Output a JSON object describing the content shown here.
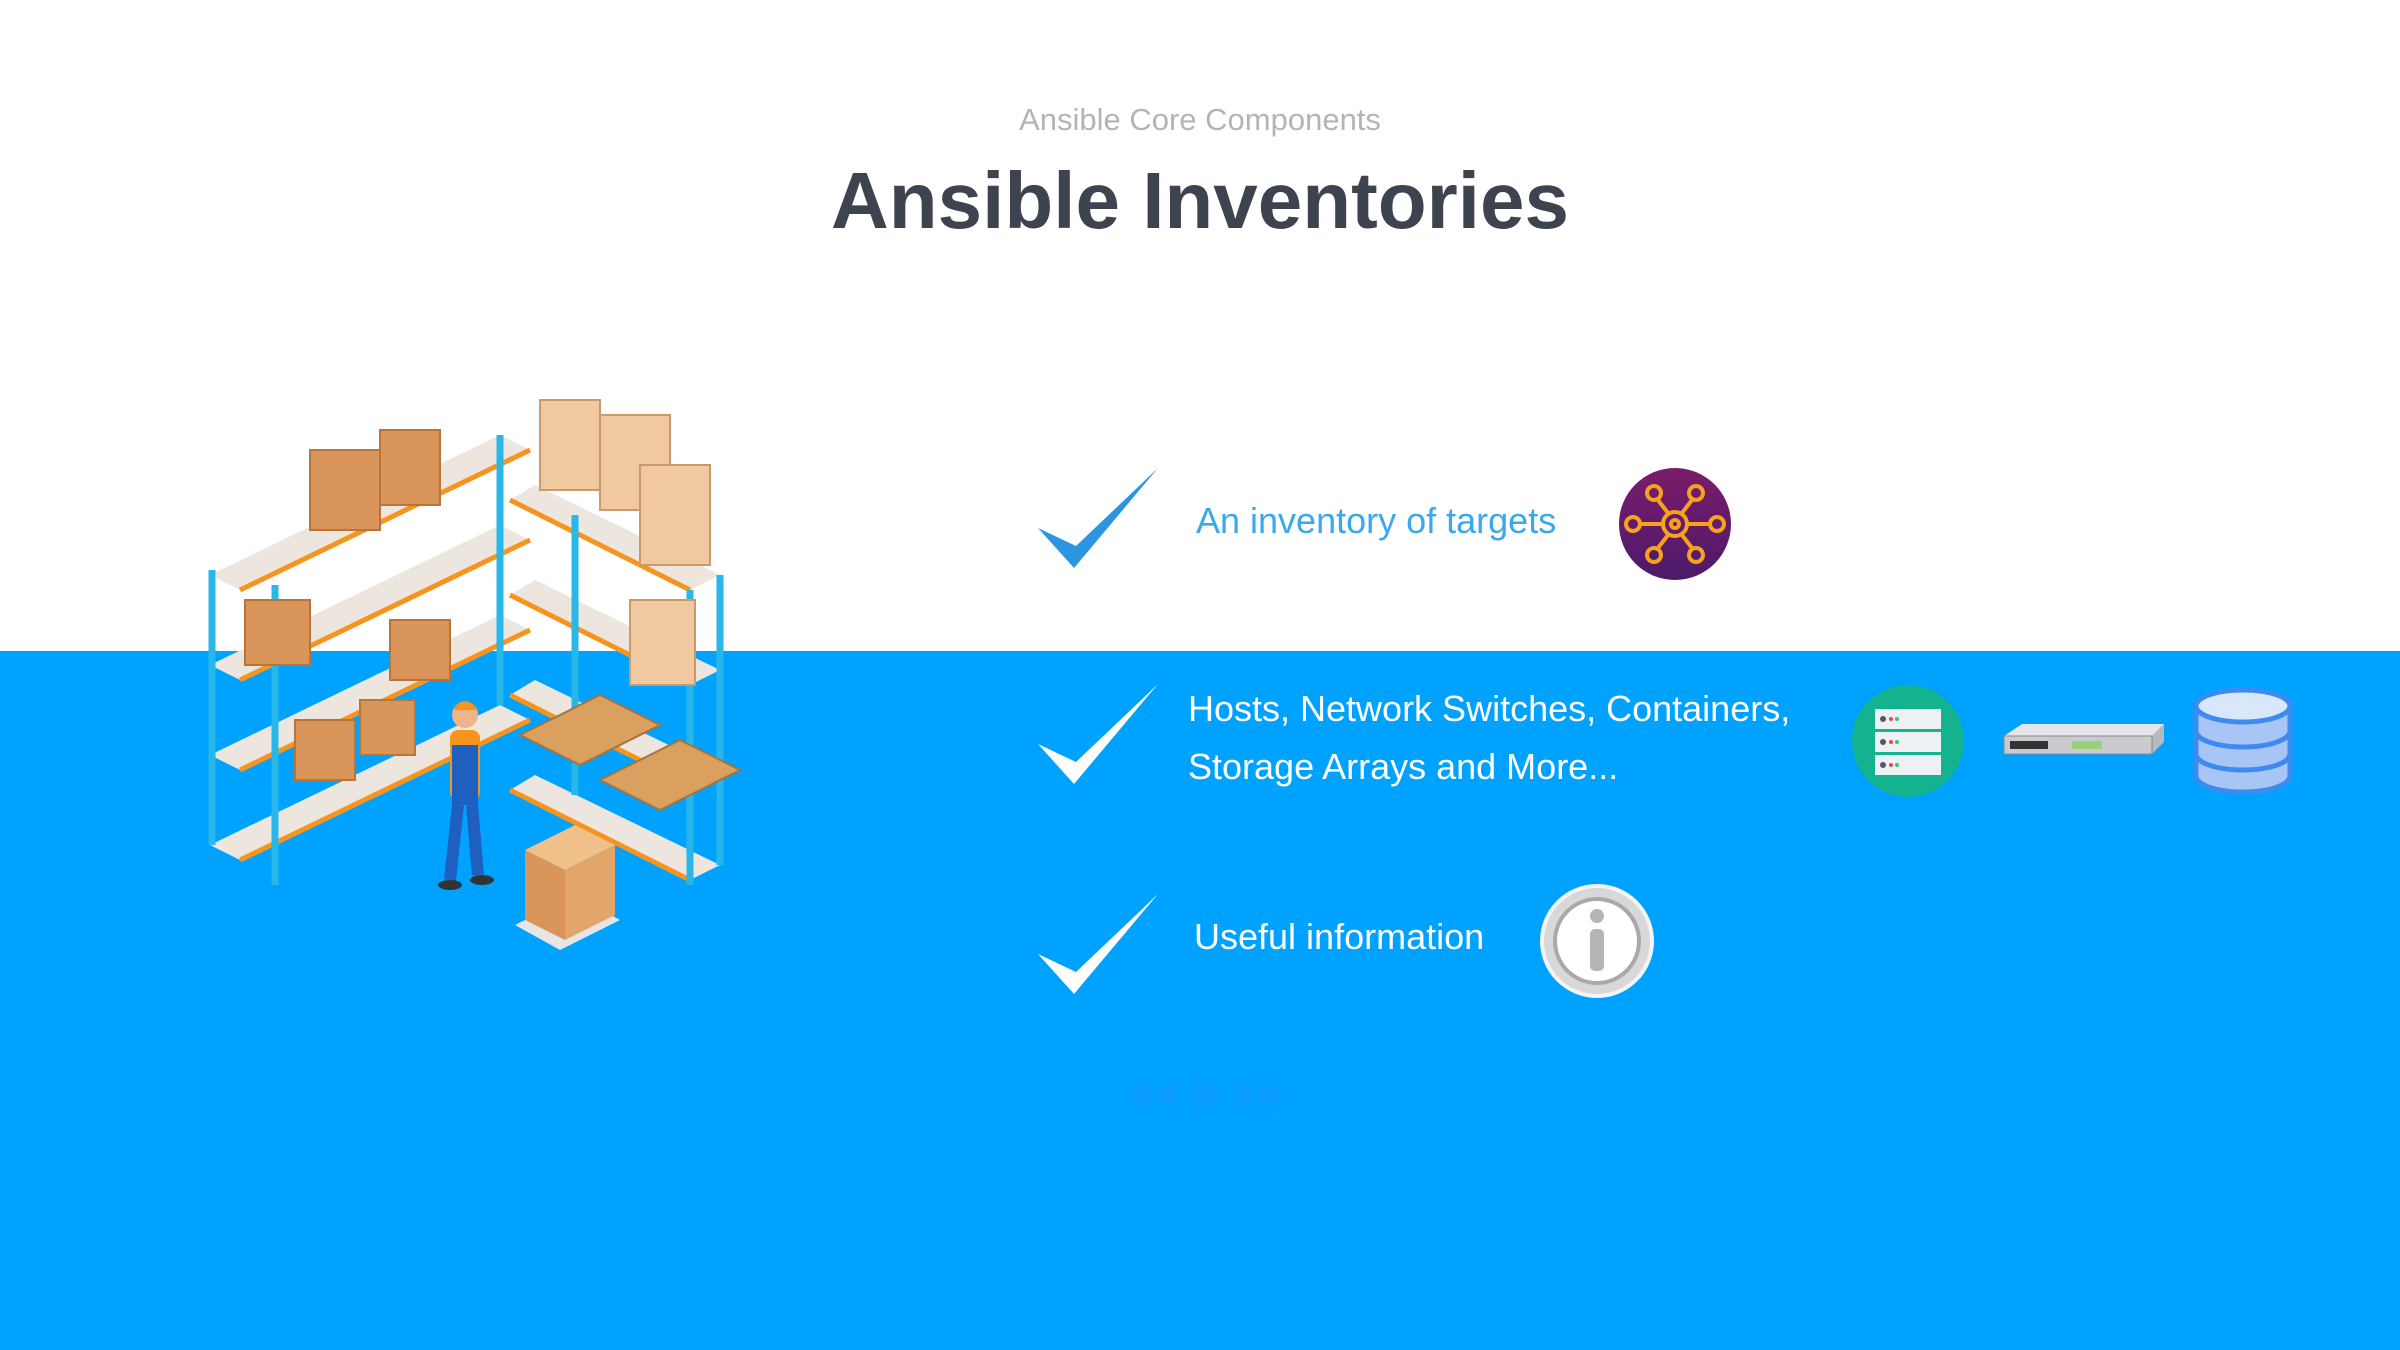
{
  "header": {
    "subtitle": "Ansible Core Components",
    "title": "Ansible Inventories"
  },
  "bullets": [
    {
      "text": "An inventory of targets",
      "icon": "network-hub-icon"
    },
    {
      "line1": "Hosts, Network Switches, Containers,",
      "line2": "Storage Arrays and More...",
      "icons": [
        "server-icon",
        "network-switch-icon",
        "database-icon"
      ]
    },
    {
      "text": "Useful information",
      "icon": "info-icon"
    }
  ],
  "colors": {
    "accent_blue": "#00a2ff",
    "text_blue": "#3aa8ec",
    "title": "#3e4350",
    "check": "#2b95e0"
  }
}
